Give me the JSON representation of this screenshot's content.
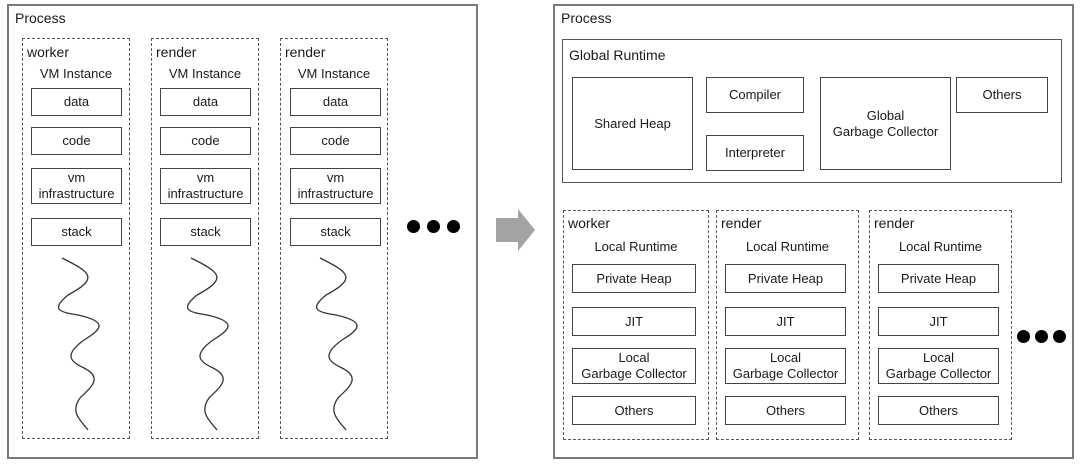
{
  "left": {
    "title": "Process",
    "instances": [
      {
        "name": "worker",
        "subtitle": "VM Instance",
        "boxes": [
          "data",
          "code",
          "vm\ninfrastructure",
          "stack"
        ]
      },
      {
        "name": "render",
        "subtitle": "VM Instance",
        "boxes": [
          "data",
          "code",
          "vm\ninfrastructure",
          "stack"
        ]
      },
      {
        "name": "render",
        "subtitle": "VM Instance",
        "boxes": [
          "data",
          "code",
          "vm\ninfrastructure",
          "stack"
        ]
      }
    ],
    "ellipsis": "more-instances"
  },
  "arrow": {
    "color": "#a3a3a3",
    "direction": "right"
  },
  "right": {
    "title": "Process",
    "global_runtime": {
      "title": "Global Runtime",
      "shared_heap": "Shared Heap",
      "compiler": "Compiler",
      "interpreter": "Interpreter",
      "global_gc": "Global\nGarbage Collector",
      "others": "Others"
    },
    "locals": [
      {
        "name": "worker",
        "subtitle": "Local Runtime",
        "boxes": [
          "Private Heap",
          "JIT",
          "Local\nGarbage Collector",
          "Others"
        ]
      },
      {
        "name": "render",
        "subtitle": "Local Runtime",
        "boxes": [
          "Private Heap",
          "JIT",
          "Local\nGarbage Collector",
          "Others"
        ]
      },
      {
        "name": "render",
        "subtitle": "Local Runtime",
        "boxes": [
          "Private Heap",
          "JIT",
          "Local\nGarbage Collector",
          "Others"
        ]
      }
    ],
    "ellipsis": "more-runtimes"
  }
}
